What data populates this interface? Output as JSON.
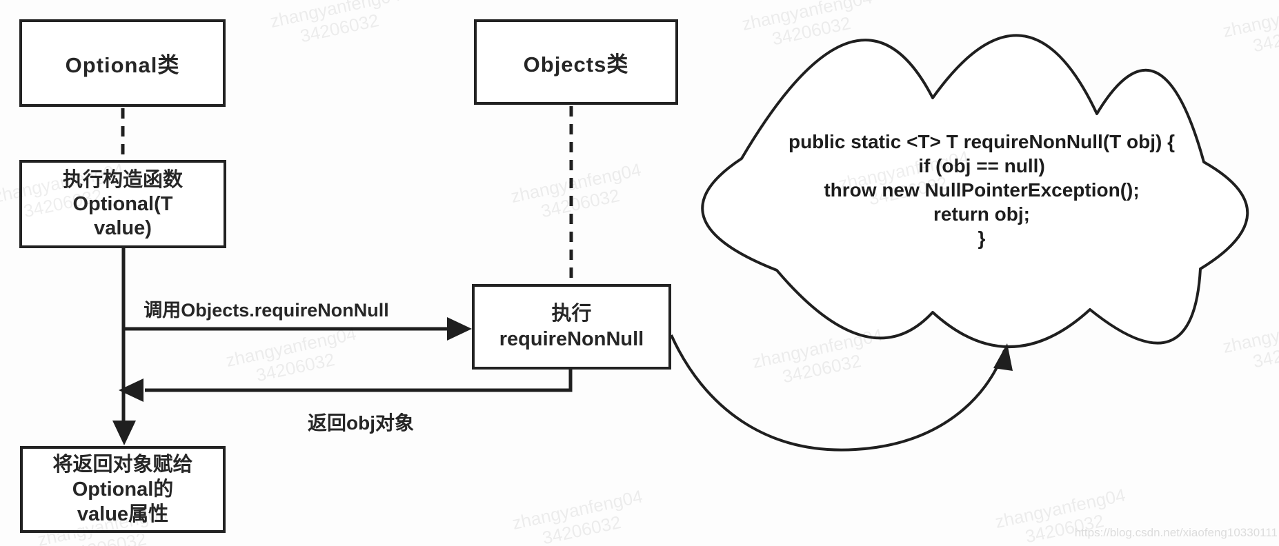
{
  "diagram": {
    "nodes": {
      "optional_class": "Optional类",
      "constructor": "执行构造函数\nOptional(T\nvalue)",
      "objects_class": "Objects类",
      "require_non_null": "执行\nrequireNonNull",
      "assign_value": "将返回对象赋给\nOptional的\nvalue属性"
    },
    "edges": {
      "call_label": "调用Objects.requireNonNull",
      "return_label": "返回obj对象"
    },
    "cloud": {
      "code": "public static <T> T requireNonNull(T obj) {\nif (obj == null)\nthrow new NullPointerException();\nreturn obj;\n}"
    }
  },
  "watermark": {
    "line1": "zhangyanfeng04",
    "line2": "34206032",
    "url": "https://blog.csdn.net/xiaofeng10330111"
  }
}
